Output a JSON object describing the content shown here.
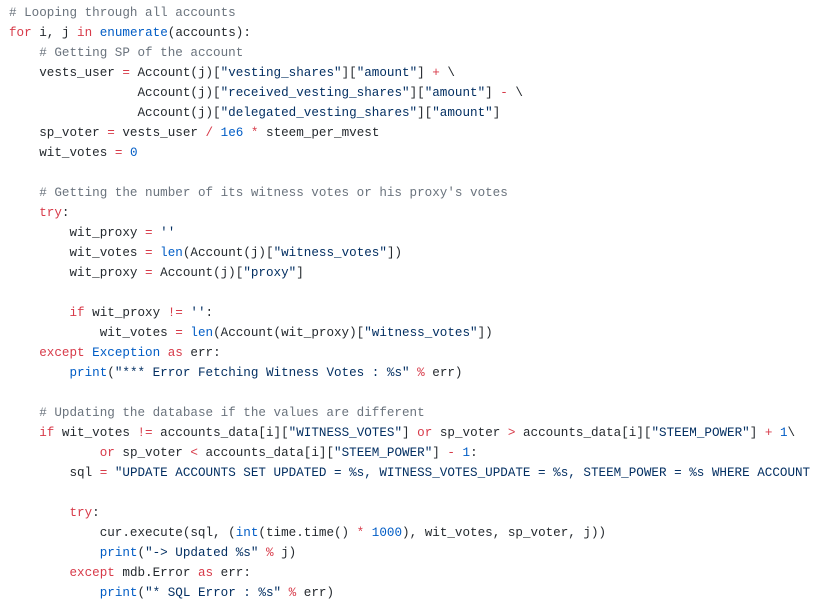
{
  "colors": {
    "background": "#ffffff",
    "plain": "#24292e",
    "comment": "#6a737d",
    "keyword": "#d73a49",
    "string": "#032f62",
    "number": "#005cc5",
    "builtin": "#005cc5",
    "operator": "#d73a49"
  },
  "code": {
    "lines": [
      [
        [
          "cm",
          "# Looping through all accounts"
        ]
      ],
      [
        [
          "kw",
          "for"
        ],
        [
          "pl",
          " i, j "
        ],
        [
          "kw",
          "in"
        ],
        [
          "pl",
          " "
        ],
        [
          "bi",
          "enumerate"
        ],
        [
          "pl",
          "(accounts):"
        ]
      ],
      [
        [
          "pl",
          "    "
        ],
        [
          "cm",
          "# Getting SP of the account"
        ]
      ],
      [
        [
          "pl",
          "    vests_user "
        ],
        [
          "op",
          "="
        ],
        [
          "pl",
          " Account(j)["
        ],
        [
          "str",
          "\"vesting_shares\""
        ],
        [
          "pl",
          "]["
        ],
        [
          "str",
          "\"amount\""
        ],
        [
          "pl",
          "] "
        ],
        [
          "op",
          "+"
        ],
        [
          "pl",
          " \\"
        ]
      ],
      [
        [
          "pl",
          "                 Account(j)["
        ],
        [
          "str",
          "\"received_vesting_shares\""
        ],
        [
          "pl",
          "]["
        ],
        [
          "str",
          "\"amount\""
        ],
        [
          "pl",
          "] "
        ],
        [
          "op",
          "-"
        ],
        [
          "pl",
          " \\"
        ]
      ],
      [
        [
          "pl",
          "                 Account(j)["
        ],
        [
          "str",
          "\"delegated_vesting_shares\""
        ],
        [
          "pl",
          "]["
        ],
        [
          "str",
          "\"amount\""
        ],
        [
          "pl",
          "]"
        ]
      ],
      [
        [
          "pl",
          "    sp_voter "
        ],
        [
          "op",
          "="
        ],
        [
          "pl",
          " vests_user "
        ],
        [
          "op",
          "/"
        ],
        [
          "pl",
          " "
        ],
        [
          "num",
          "1e6"
        ],
        [
          "pl",
          " "
        ],
        [
          "op",
          "*"
        ],
        [
          "pl",
          " steem_per_mvest"
        ]
      ],
      [
        [
          "pl",
          "    wit_votes "
        ],
        [
          "op",
          "="
        ],
        [
          "pl",
          " "
        ],
        [
          "num",
          "0"
        ]
      ],
      [
        [
          "pl",
          ""
        ]
      ],
      [
        [
          "pl",
          "    "
        ],
        [
          "cm",
          "# Getting the number of its witness votes or his proxy's votes"
        ]
      ],
      [
        [
          "pl",
          "    "
        ],
        [
          "kw",
          "try"
        ],
        [
          "pl",
          ":"
        ]
      ],
      [
        [
          "pl",
          "        wit_proxy "
        ],
        [
          "op",
          "="
        ],
        [
          "pl",
          " "
        ],
        [
          "str",
          "''"
        ]
      ],
      [
        [
          "pl",
          "        wit_votes "
        ],
        [
          "op",
          "="
        ],
        [
          "pl",
          " "
        ],
        [
          "bi",
          "len"
        ],
        [
          "pl",
          "(Account(j)["
        ],
        [
          "str",
          "\"witness_votes\""
        ],
        [
          "pl",
          "])"
        ]
      ],
      [
        [
          "pl",
          "        wit_proxy "
        ],
        [
          "op",
          "="
        ],
        [
          "pl",
          " Account(j)["
        ],
        [
          "str",
          "\"proxy\""
        ],
        [
          "pl",
          "]"
        ]
      ],
      [
        [
          "pl",
          ""
        ]
      ],
      [
        [
          "pl",
          "        "
        ],
        [
          "kw",
          "if"
        ],
        [
          "pl",
          " wit_proxy "
        ],
        [
          "op",
          "!="
        ],
        [
          "pl",
          " "
        ],
        [
          "str",
          "''"
        ],
        [
          "pl",
          ":"
        ]
      ],
      [
        [
          "pl",
          "            wit_votes "
        ],
        [
          "op",
          "="
        ],
        [
          "pl",
          " "
        ],
        [
          "bi",
          "len"
        ],
        [
          "pl",
          "(Account(wit_proxy)["
        ],
        [
          "str",
          "\"witness_votes\""
        ],
        [
          "pl",
          "])"
        ]
      ],
      [
        [
          "pl",
          "    "
        ],
        [
          "kw",
          "except"
        ],
        [
          "pl",
          " "
        ],
        [
          "bi",
          "Exception"
        ],
        [
          "pl",
          " "
        ],
        [
          "kw",
          "as"
        ],
        [
          "pl",
          " err:"
        ]
      ],
      [
        [
          "pl",
          "        "
        ],
        [
          "bi",
          "print"
        ],
        [
          "pl",
          "("
        ],
        [
          "str",
          "\"*** Error Fetching Witness Votes : %s\""
        ],
        [
          "pl",
          " "
        ],
        [
          "op",
          "%"
        ],
        [
          "pl",
          " err)"
        ]
      ],
      [
        [
          "pl",
          ""
        ]
      ],
      [
        [
          "pl",
          "    "
        ],
        [
          "cm",
          "# Updating the database if the values are different"
        ]
      ],
      [
        [
          "pl",
          "    "
        ],
        [
          "kw",
          "if"
        ],
        [
          "pl",
          " wit_votes "
        ],
        [
          "op",
          "!="
        ],
        [
          "pl",
          " accounts_data[i]["
        ],
        [
          "str",
          "\"WITNESS_VOTES\""
        ],
        [
          "pl",
          "] "
        ],
        [
          "kw",
          "or"
        ],
        [
          "pl",
          " sp_voter "
        ],
        [
          "op",
          ">"
        ],
        [
          "pl",
          " accounts_data[i]["
        ],
        [
          "str",
          "\"STEEM_POWER\""
        ],
        [
          "pl",
          "] "
        ],
        [
          "op",
          "+"
        ],
        [
          "pl",
          " "
        ],
        [
          "num",
          "1"
        ],
        [
          "pl",
          "\\"
        ]
      ],
      [
        [
          "pl",
          "            "
        ],
        [
          "kw",
          "or"
        ],
        [
          "pl",
          " sp_voter "
        ],
        [
          "op",
          "<"
        ],
        [
          "pl",
          " accounts_data[i]["
        ],
        [
          "str",
          "\"STEEM_POWER\""
        ],
        [
          "pl",
          "] "
        ],
        [
          "op",
          "-"
        ],
        [
          "pl",
          " "
        ],
        [
          "num",
          "1"
        ],
        [
          "pl",
          ":"
        ]
      ],
      [
        [
          "pl",
          "        sql "
        ],
        [
          "op",
          "="
        ],
        [
          "pl",
          " "
        ],
        [
          "str",
          "\"UPDATE ACCOUNTS SET UPDATED = %s, WITNESS_VOTES_UPDATE = %s, STEEM_POWER = %s WHERE ACCOUNT = %s\""
        ]
      ],
      [
        [
          "pl",
          ""
        ]
      ],
      [
        [
          "pl",
          "        "
        ],
        [
          "kw",
          "try"
        ],
        [
          "pl",
          ":"
        ]
      ],
      [
        [
          "pl",
          "            cur.execute(sql, ("
        ],
        [
          "bi",
          "int"
        ],
        [
          "pl",
          "(time.time() "
        ],
        [
          "op",
          "*"
        ],
        [
          "pl",
          " "
        ],
        [
          "num",
          "1000"
        ],
        [
          "pl",
          "), wit_votes, sp_voter, j))"
        ]
      ],
      [
        [
          "pl",
          "            "
        ],
        [
          "bi",
          "print"
        ],
        [
          "pl",
          "("
        ],
        [
          "str",
          "\"-> Updated %s\""
        ],
        [
          "pl",
          " "
        ],
        [
          "op",
          "%"
        ],
        [
          "pl",
          " j)"
        ]
      ],
      [
        [
          "pl",
          "        "
        ],
        [
          "kw",
          "except"
        ],
        [
          "pl",
          " mdb.Error "
        ],
        [
          "kw",
          "as"
        ],
        [
          "pl",
          " err:"
        ]
      ],
      [
        [
          "pl",
          "            "
        ],
        [
          "bi",
          "print"
        ],
        [
          "pl",
          "("
        ],
        [
          "str",
          "\"* SQL Error : %s\""
        ],
        [
          "pl",
          " "
        ],
        [
          "op",
          "%"
        ],
        [
          "pl",
          " err)"
        ]
      ]
    ]
  }
}
